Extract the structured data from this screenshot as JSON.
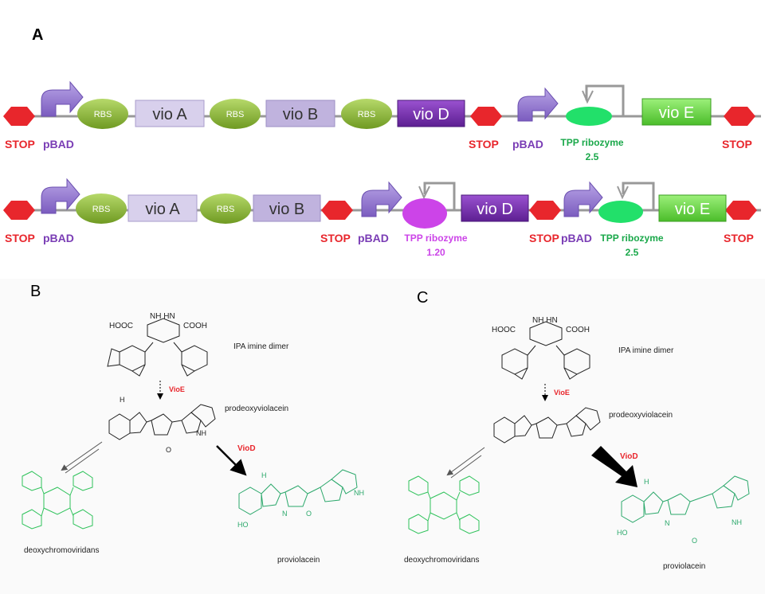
{
  "panel_a": {
    "label": "A",
    "row1": {
      "rbs": [
        "RBS",
        "RBS",
        "RBS"
      ],
      "genes": [
        "vio A",
        "vio B",
        "vio D",
        "vio E"
      ],
      "stop": [
        "STOP",
        "STOP",
        "STOP"
      ],
      "promoters": [
        "pBAD",
        "pBAD"
      ],
      "riboswitch": {
        "name": "TPP ribozyme",
        "value": "2.5"
      }
    },
    "row2": {
      "rbs": [
        "RBS",
        "RBS"
      ],
      "genes": [
        "vio A",
        "vio B",
        "vio D",
        "vio E"
      ],
      "stop": [
        "STOP",
        "STOP",
        "STOP",
        "STOP"
      ],
      "promoters": [
        "pBAD",
        "pBAD",
        "pBAD"
      ],
      "riboswitch1": {
        "name": "TPP ribozyme",
        "value": "1.20"
      },
      "riboswitch2": {
        "name": "TPP ribozyme",
        "value": "2.5"
      }
    },
    "colors": {
      "stop": "#e8262c",
      "promoter": "#8e6fc9",
      "rbs": "#8dbb3c",
      "gene_light": "#d8d0ec",
      "gene_mid": "#b3a5d6",
      "gene_dark": "#7a2fb0",
      "gene_green": "#6fd64a",
      "ribozyme_green": "#22e06a",
      "ribozyme_magenta": "#cc44e8",
      "label_purple": "#7a3db5",
      "label_green": "#1aa84a"
    }
  },
  "panel_b": {
    "label": "B",
    "molecules": {
      "imine": "IPA imine dimer",
      "prodeoxy": "prodeoxyviolacein",
      "deoxy": "deoxychromoviridans",
      "proviolacein": "proviolacein"
    },
    "enzymes": {
      "vioE": "VioE",
      "vioD": "VioD"
    },
    "atoms": {
      "hooc": "HOOC",
      "cooh": "COOH",
      "nhhn": "NH HN",
      "nh": "H",
      "n": "N",
      "o": "O",
      "ho": "HO",
      "NH": "NH"
    }
  },
  "panel_c": {
    "label": "C",
    "molecules": {
      "imine": "IPA imine dimer",
      "prodeoxy": "prodeoxyviolacein",
      "deoxy": "deoxychromoviridans",
      "proviolacein": "proviolacein"
    },
    "enzymes": {
      "vioE": "VioE",
      "vioD": "VioD"
    }
  }
}
